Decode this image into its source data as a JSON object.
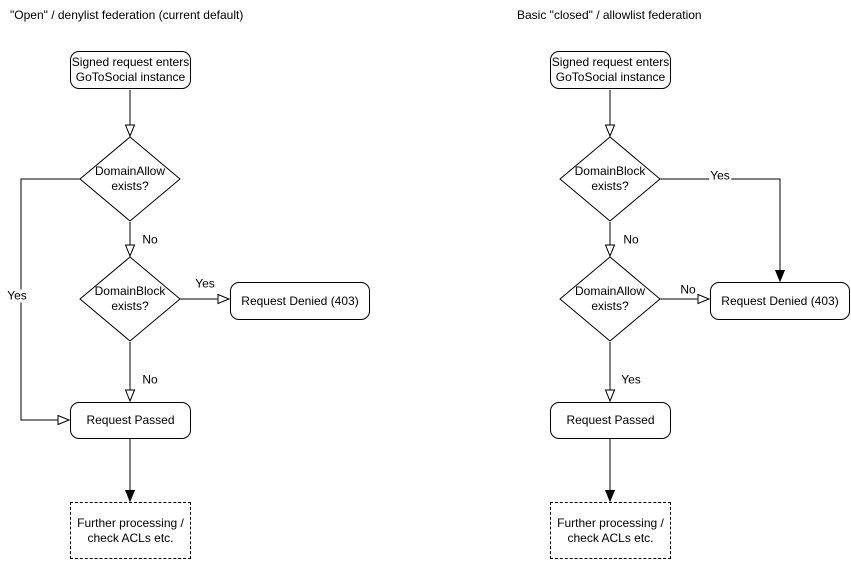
{
  "left_chart": {
    "title": "\"Open\" / denylist federation (current default)",
    "start": "Signed request enters\nGoToSocial instance",
    "decision1": "DomainAllow\nexists?",
    "decision2": "DomainBlock\nexists?",
    "denied": "Request Denied (403)",
    "passed": "Request Passed",
    "further": "Further processing /\ncheck ACLs etc.",
    "labels": {
      "d1_yes": "Yes",
      "d1_no": "No",
      "d2_yes": "Yes",
      "d2_no": "No"
    }
  },
  "right_chart": {
    "title": "Basic \"closed\" / allowlist federation",
    "start": "Signed request enters\nGoToSocial instance",
    "decision1": "DomainBlock\nexists?",
    "decision2": "DomainAllow\nexists?",
    "denied": "Request Denied (403)",
    "passed": "Request Passed",
    "further": "Further processing /\ncheck ACLs etc.",
    "labels": {
      "d1_yes": "Yes",
      "d1_no": "No",
      "d2_no": "No",
      "d2_yes": "Yes"
    }
  },
  "colors": {
    "stroke": "#000000",
    "fill": "#ffffff",
    "text": "#000000"
  }
}
